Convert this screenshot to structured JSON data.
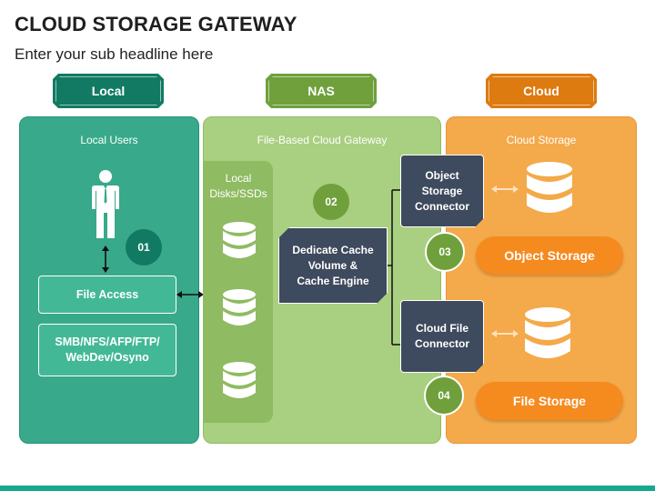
{
  "header": {
    "title": "CLOUD STORAGE GATEWAY",
    "subtitle": "Enter your sub headline here"
  },
  "tags": {
    "local": "Local",
    "nas": "NAS",
    "cloud": "Cloud"
  },
  "local_panel": {
    "title": "Local Users",
    "file_access": "File Access",
    "protocols_line1": "SMB/NFS/AFP/FTP/",
    "protocols_line2": "WebDev/Osyno",
    "step": "01"
  },
  "nas_panel": {
    "title": "File-Based Cloud Gateway",
    "disks_line1": "Local",
    "disks_line2": "Disks/SSDs",
    "cache_line1": "Dedicate Cache",
    "cache_line2": "Volume &",
    "cache_line3": "Cache Engine",
    "step": "02",
    "object_conn_line1": "Object",
    "object_conn_line2": "Storage",
    "object_conn_line3": "Connector",
    "file_conn_line1": "Cloud File",
    "file_conn_line2": "Connector",
    "step3": "03",
    "step4": "04"
  },
  "cloud_panel": {
    "title": "Cloud Storage",
    "object_storage": "Object Storage",
    "file_storage": "File Storage"
  },
  "colors": {
    "local_tag": "#127a63",
    "local_panel": "#38a98a",
    "nas_tag": "#6fa03c",
    "nas_panel": "#a9cf80",
    "cloud_tag": "#dd7a10",
    "cloud_panel": "#f4a94a",
    "navy": "#3e4a5d",
    "pill": "#f58a1f"
  },
  "icons": {
    "user": "person-icon",
    "database": "database-icon",
    "arrow": "double-arrow-icon"
  }
}
